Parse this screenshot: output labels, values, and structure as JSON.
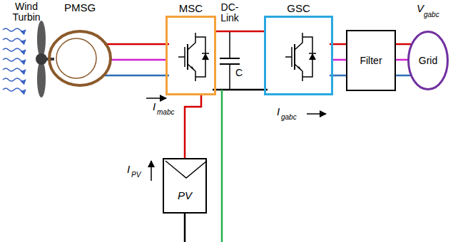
{
  "diagram": {
    "nodes": [
      {
        "text": [
          "PMSG"
        ]
      },
      {
        "text": [
          "MSC"
        ]
      },
      {
        "text": [
          "GSC"
        ]
      },
      {
        "text": [
          "Filter"
        ]
      },
      {
        "text": [
          "Grid"
        ]
      },
      {
        "text": [
          "PV"
        ]
      }
    ],
    "edges": [
      {
        "from": 0,
        "to": 1,
        "arrow": "none"
      },
      {
        "from": 1,
        "to": 2,
        "arrow": "none"
      },
      {
        "from": 2,
        "to": 3,
        "arrow": "none"
      },
      {
        "from": 3,
        "to": 4,
        "arrow": "none"
      }
    ],
    "labels": [
      "Wind Turbin",
      "DC- Link",
      "C",
      "V",
      "gabc",
      "I",
      "mabc",
      "I",
      "gabc",
      "I",
      "PV"
    ]
  }
}
